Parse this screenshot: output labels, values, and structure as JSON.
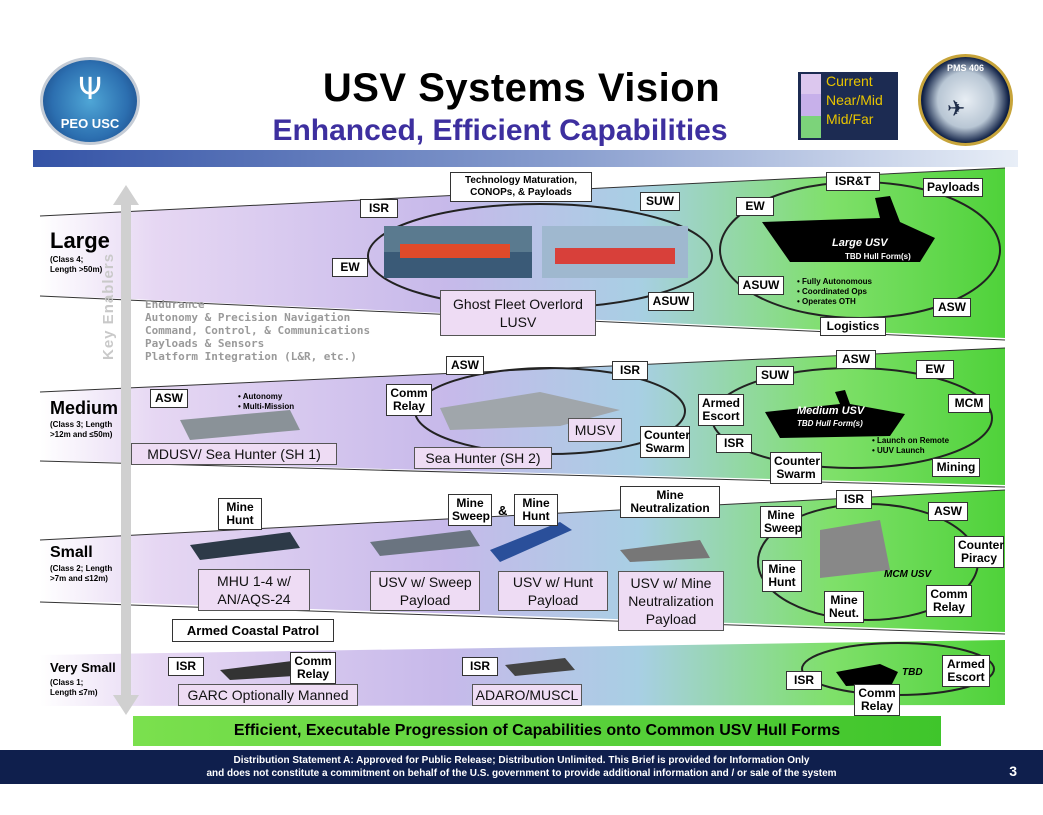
{
  "header": {
    "title": "USV Systems Vision",
    "subtitle": "Enhanced, Efficient Capabilities",
    "left_logo_text": "PEO USC",
    "right_logo_text": "PMS 406"
  },
  "legend": {
    "current": "Current",
    "near_mid": "Near/Mid",
    "mid_far": "Mid/Far"
  },
  "key_enablers": {
    "label": "Key Enablers",
    "items": [
      "Endurance",
      "Autonomy & Precision Navigation",
      "Command, Control, & Communications",
      "Payloads & Sensors",
      "Platform Integration (L&R, etc.)"
    ]
  },
  "classes": {
    "large": {
      "name": "Large",
      "desc1": "(Class 4;",
      "desc2": "Length >50m)"
    },
    "medium": {
      "name": "Medium",
      "desc1": "(Class 3; Length",
      "desc2": ">12m and ≤50m)"
    },
    "small": {
      "name": "Small",
      "desc1": "(Class 2; Length",
      "desc2": ">7m and ≤12m)"
    },
    "very_small": {
      "name": "Very Small",
      "desc1": "(Class 1;",
      "desc2": "Length ≤7m)"
    }
  },
  "large": {
    "isr": "ISR",
    "ew": "EW",
    "tech": "Technology Maturation, CONOPs, & Payloads",
    "suw": "SUW",
    "asuw": "ASUW",
    "ghost": "Ghost Fleet Overlord LUSV",
    "ew2": "EW",
    "isrt": "ISR&T",
    "payloads": "Payloads",
    "asuw2": "ASUW",
    "asw": "ASW",
    "logistics": "Logistics",
    "usv_name": "Large USV",
    "usv_sub": "TBD Hull Form(s)",
    "bullets": [
      "• Fully Autonomous",
      "• Coordinated Ops",
      "• Operates OTH"
    ]
  },
  "medium": {
    "asw": "ASW",
    "asw2": "ASW",
    "isr": "ISR",
    "comm_relay": "Comm Relay",
    "musv": "MUSV",
    "counter_swarm": "Counter Swarm",
    "mdusv": "MDUSV/ Sea Hunter (SH 1)",
    "sh2": "Sea Hunter (SH 2)",
    "armed_escort": "Armed Escort",
    "isr2": "ISR",
    "counter_swarm2": "Counter Swarm",
    "suw": "SUW",
    "asw3": "ASW",
    "ew": "EW",
    "mcm": "MCM",
    "mining": "Mining",
    "usv_name": "Medium USV",
    "usv_sub": "TBD Hull Form(s)",
    "bullets": [
      "• Autonomy",
      "• Multi-Mission"
    ],
    "bullets2": [
      "• Launch on Remote",
      "• UUV Launch"
    ]
  },
  "small": {
    "mine_hunt": "Mine Hunt",
    "mine_sweep": "Mine Sweep",
    "amp": "&",
    "mine_hunt2": "Mine Hunt",
    "mine_neut": "Mine Neutralization",
    "mhu": "MHU 1-4 w/ AN/AQS-24",
    "sweep": "USV w/ Sweep Payload",
    "hunt": "USV w/ Hunt Payload",
    "neut": "USV w/ Mine Neutralization Payload",
    "acp": "Armed Coastal Patrol",
    "mine_sweep2": "Mine Sweep",
    "isr": "ISR",
    "asw": "ASW",
    "mine_hunt3": "Mine Hunt",
    "counter_piracy": "Counter Piracy",
    "comm_relay": "Comm Relay",
    "mine_neut2": "Mine Neut.",
    "mcm_usv": "MCM USV"
  },
  "very_small": {
    "isr": "ISR",
    "comm_relay": "Comm Relay",
    "garc": "GARC Optionally Manned",
    "isr2": "ISR",
    "adaro": "ADARO/MUSCL",
    "isr3": "ISR",
    "tbd": "TBD",
    "comm_relay2": "Comm Relay",
    "armed_escort": "Armed Escort"
  },
  "banner": "Efficient, Executable Progression of Capabilities onto Common USV Hull Forms",
  "footer": {
    "line1": "Distribution Statement A: Approved for Public Release; Distribution Unlimited. This Brief is provided for Information Only",
    "line2": "and does not constitute a commitment on behalf of the U.S. government to provide additional information and / or sale of the system",
    "page": "3"
  },
  "colors": {
    "title_blue": "#3d2f9f",
    "band_blue": "#3b55a8",
    "green": "#52d03a",
    "purple": "#c9a6e6",
    "footer": "#0f1f4d"
  }
}
